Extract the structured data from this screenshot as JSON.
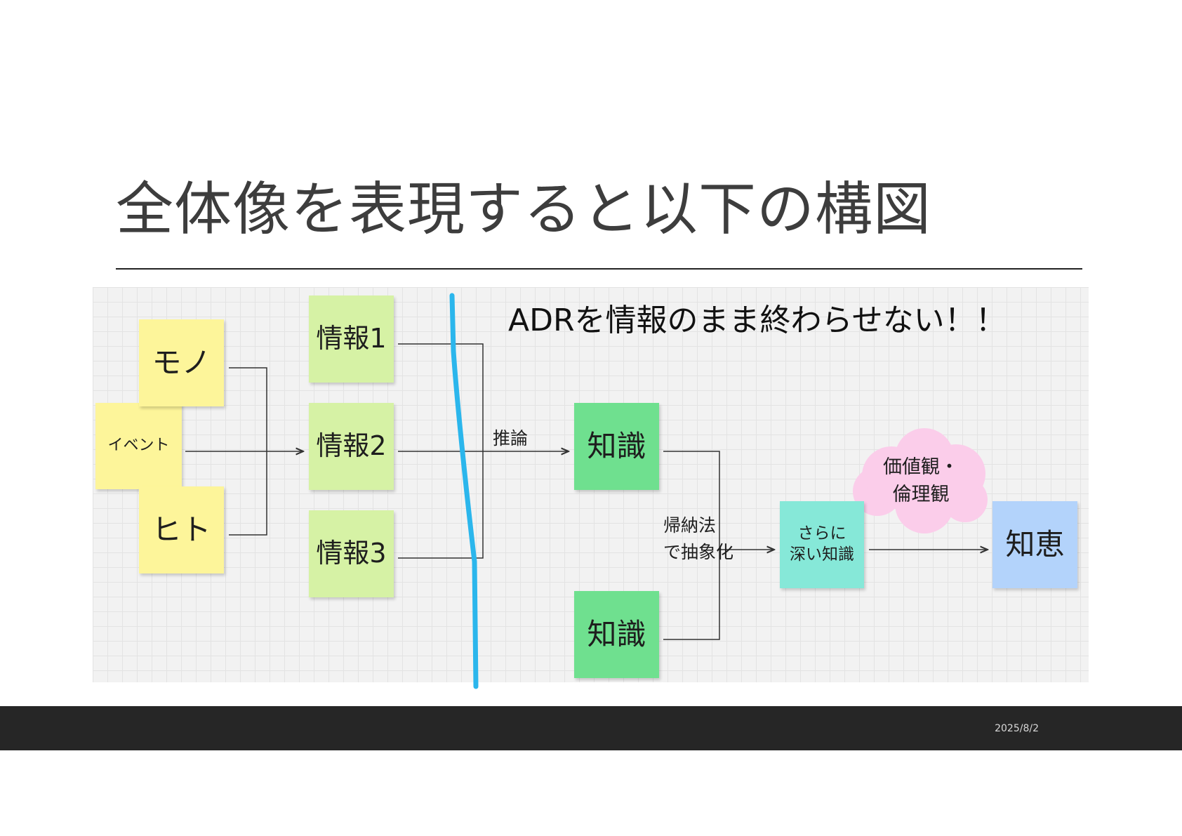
{
  "slide": {
    "title": "全体像を表現すると以下の構図",
    "date": "2025/8/2"
  },
  "diagram": {
    "headline": "ADRを情報のまま終わらせない！！",
    "sources": {
      "mono": "モノ",
      "event": "イベント",
      "hito": "ヒト"
    },
    "info": [
      "情報1",
      "情報2",
      "情報3"
    ],
    "edge_inference": "推論",
    "knowledge": [
      "知識",
      "知識"
    ],
    "edge_induction": [
      "帰納法",
      "で抽象化"
    ],
    "deeper_knowledge": [
      "さらに",
      "深い知識"
    ],
    "values_cloud": [
      "価値観・",
      "倫理観"
    ],
    "wisdom": "知恵",
    "colors": {
      "source_note": "#fdf59a",
      "info_note": "#d6f2a5",
      "knowledge_note": "#6fe08f",
      "deeper_note": "#86e8d8",
      "wisdom_note": "#b3d3fb",
      "cloud": "#fbcdea",
      "boundary_line": "#2bb6ec",
      "footer": "#262626"
    }
  }
}
